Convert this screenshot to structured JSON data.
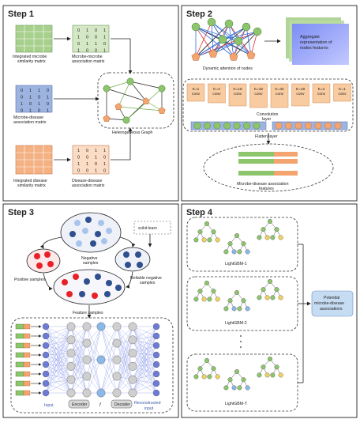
{
  "step1": {
    "title": "Step 1",
    "integrated_mirna_label_1": "Integrated microbe",
    "integrated_mirna_label_2": "similarity matrix",
    "assoc_label_1": "Microbe-microbe",
    "assoc_label_2": "association matrix",
    "md_assoc_label_1": "Microbe-disease",
    "md_assoc_label_2": "association matrix",
    "disease_sim_label_1": "Integrated disease",
    "disease_sim_label_2": "similarity matrix",
    "dd_assoc_label_1": "Disease-disease",
    "dd_assoc_label_2": "association matrix",
    "graph_label": "Heterogeneous Graph",
    "matrix_cells": [
      "0",
      "1",
      "0",
      "1",
      "1",
      "0",
      "0",
      "1",
      "0",
      "1",
      "1",
      "0",
      "1",
      "0",
      "0",
      "1"
    ]
  },
  "step2": {
    "title": "Step 2",
    "nodes_label": "Dynamic attention of nodes",
    "agg_label_1": "Aggregate",
    "agg_label_2": "representation of",
    "agg_label_3": "nodes features",
    "conv_label_1": "Convolution",
    "conv_label_2": "layer",
    "flatten_label": "Flatten layer",
    "features_label_1": "Microbe-disease association",
    "features_label_2": "features",
    "convs": [
      "K=1 conv",
      "K=4 conv",
      "K=16 conv",
      "K=32 conv",
      "K=32 conv",
      "K=16 conv",
      "K=4 conv",
      "K=1 conv"
    ]
  },
  "step3": {
    "title": "Step 3",
    "negative_label_1": "Negative",
    "negative_label_2": "samples",
    "positive_label": "Positive samples",
    "reliable_label_1": "Reliable negative",
    "reliable_label_2": "samples",
    "feature_label": "Feature samples",
    "scikit_label": "scikit-learn",
    "input_label": "Input",
    "encoder_label": "Encoder",
    "f_label": "f",
    "decoder_label": "Decoder",
    "recon_label_1": "Reconstructed",
    "recon_label_2": "input"
  },
  "step4": {
    "title": "Step 4",
    "model_1": "LightGBM-1",
    "model_2": "LightGBM-2",
    "model_t": "LightGBM-T",
    "result_label_1": "Potential",
    "result_label_2": "microbe-disease",
    "result_label_3": "associations"
  },
  "colors": {
    "green_matrix": "#a8d08d",
    "blue_matrix": "#9db3e0",
    "orange_matrix": "#f4b183",
    "node_green": "#8cc56b",
    "node_orange": "#f4a46f",
    "node_yellow": "#f2d25c",
    "red_sample": "#e82127",
    "dark_blue": "#2f4f8f",
    "light_blue": "#a9c4ec",
    "result_box": "#c6dcf2"
  }
}
